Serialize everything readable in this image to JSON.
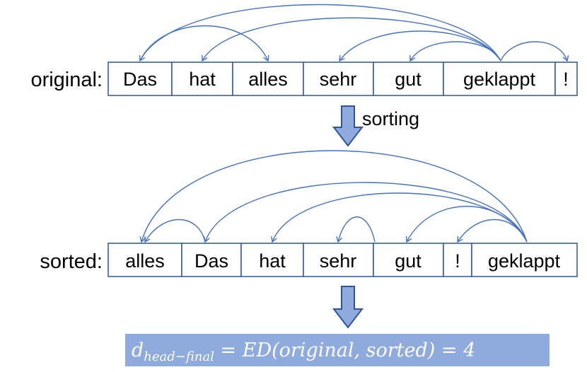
{
  "original": {
    "label": "original:",
    "tokens": [
      "Das",
      "hat",
      "alles",
      "sehr",
      "gut",
      "geklappt",
      "!"
    ]
  },
  "operation_label": "sorting",
  "sorted": {
    "label": "sorted:",
    "tokens": [
      "alles",
      "Das",
      "hat",
      "sehr",
      "gut",
      "!",
      "geklappt"
    ]
  },
  "formula": {
    "lhs_symbol": "d",
    "lhs_subscript": "head−final",
    "rhs": " = ED(original, sorted) = 4"
  },
  "colors": {
    "arc": "#4472c4",
    "box_border": "#2f5597",
    "arrow_fill": "#8faadc",
    "formula_bg": "#8faadc"
  }
}
